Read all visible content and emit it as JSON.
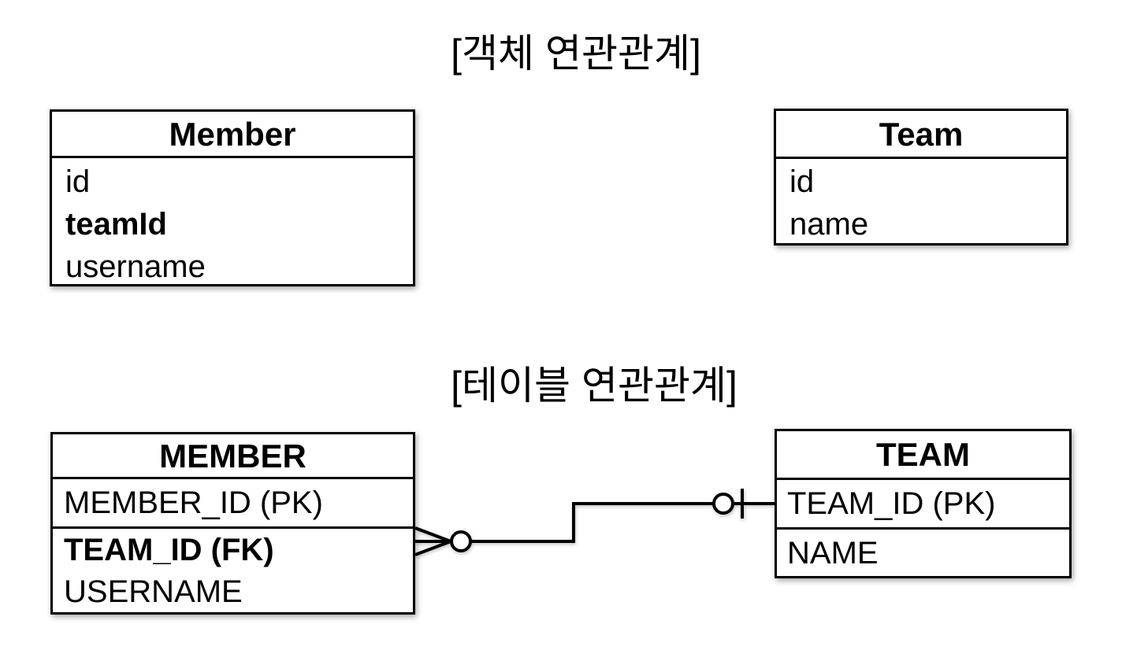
{
  "titles": {
    "object_section": "[객체 연관관계]",
    "table_section": "[테이블 연관관계]"
  },
  "object_model": {
    "member": {
      "name": "Member",
      "fields": [
        {
          "label": "id",
          "emphasis": "normal"
        },
        {
          "label": "teamId",
          "emphasis": "bold"
        },
        {
          "label": "username",
          "emphasis": "normal"
        }
      ]
    },
    "team": {
      "name": "Team",
      "fields": [
        {
          "label": "id",
          "emphasis": "normal"
        },
        {
          "label": "name",
          "emphasis": "normal"
        }
      ]
    }
  },
  "table_model": {
    "member": {
      "name": "MEMBER",
      "primary_key_row": "MEMBER_ID (PK)",
      "fields": [
        {
          "label": "TEAM_ID (FK)",
          "emphasis": "bold"
        },
        {
          "label": "USERNAME",
          "emphasis": "normal"
        }
      ]
    },
    "team": {
      "name": "TEAM",
      "primary_key_row": "TEAM_ID (PK)",
      "fields": [
        {
          "label": "NAME",
          "emphasis": "normal"
        }
      ]
    }
  },
  "relationship": {
    "connects": "MEMBER.TEAM_ID (FK) — TEAM.TEAM_ID (PK)",
    "member_end_symbol": "crows-foot-many-with-circle",
    "team_end_symbol": "circle-with-bar-one"
  },
  "colors": {
    "stroke": "#000000",
    "text": "#000000",
    "background": "#ffffff"
  }
}
